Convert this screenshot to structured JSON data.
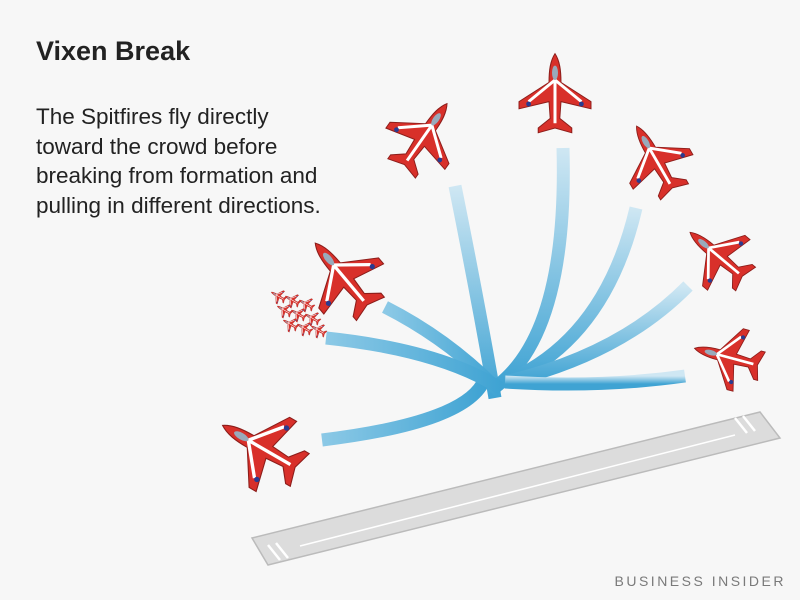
{
  "title": "Vixen Break",
  "description": "The Spitfires fly directly toward the crowd before breaking from formation and pulling in different directions.",
  "brand": "BUSINESS INSIDER",
  "colors": {
    "jet": "#d8302a",
    "trail_dark": "#3fa3d3",
    "trail_light": "#d6ebf5",
    "runway": "#d9d9d9"
  }
}
